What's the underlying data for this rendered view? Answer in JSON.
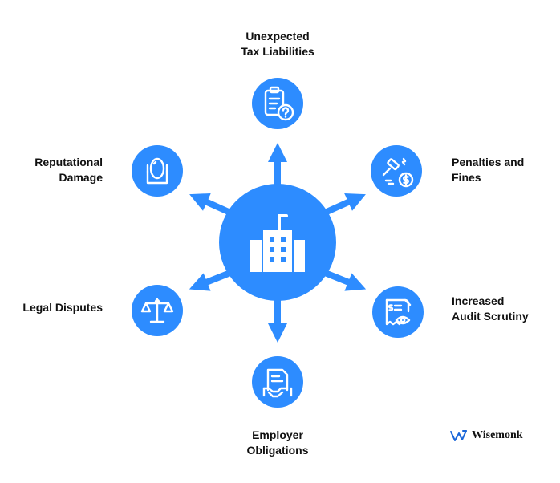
{
  "colors": {
    "accent": "#2d8cff",
    "text": "#111111",
    "icon_line": "#ffffff"
  },
  "center": {
    "icon": "office-building-icon"
  },
  "nodes": [
    {
      "id": "top",
      "lines": [
        "Unexpected",
        "Tax Liabilities"
      ],
      "icon": "clipboard-question-icon"
    },
    {
      "id": "ne",
      "lines": [
        "Penalties and",
        "Fines"
      ],
      "icon": "gavel-dollar-icon"
    },
    {
      "id": "se",
      "lines": [
        "Increased",
        "Audit Scrutiny"
      ],
      "icon": "invoice-eye-icon"
    },
    {
      "id": "bottom",
      "lines": [
        "Employer",
        "Obligations"
      ],
      "icon": "document-handshake-icon"
    },
    {
      "id": "sw",
      "lines": [
        "Legal Disputes"
      ],
      "icon": "scales-icon"
    },
    {
      "id": "nw",
      "lines": [
        "Reputational",
        "Damage"
      ],
      "icon": "mirror-icon"
    }
  ],
  "brand": {
    "name": "Wisemonk",
    "icon": "wisemonk-logo-icon"
  }
}
